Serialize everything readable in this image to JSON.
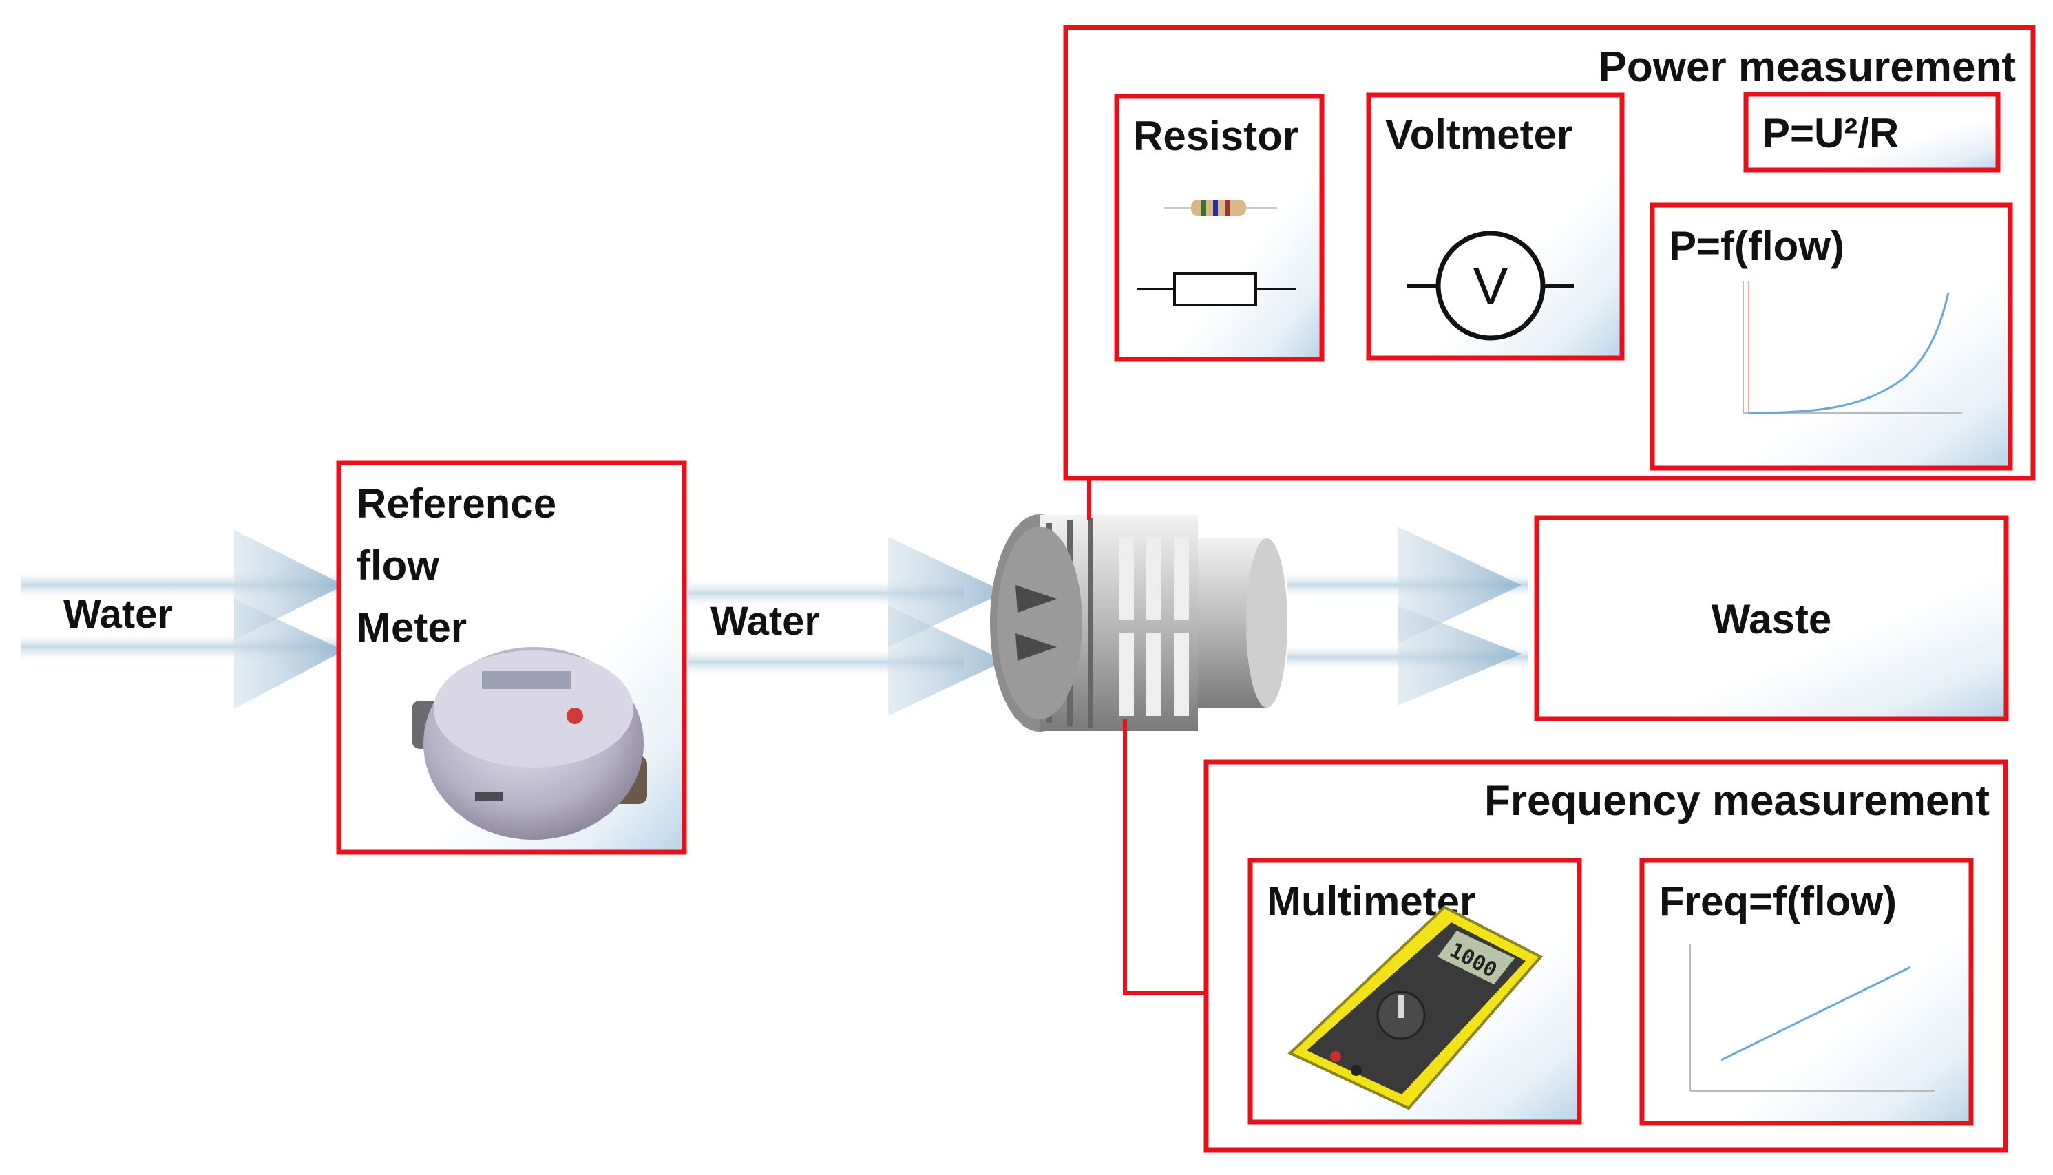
{
  "colors": {
    "accent_red": "#e8101a",
    "flow_blue": "#a9c7dc",
    "text": "#111111"
  },
  "flow": {
    "water_in_label": "Water",
    "water_mid_label": "Water"
  },
  "reference_meter": {
    "title_line1": "Reference",
    "title_line2": "flow",
    "title_line3": "Meter",
    "icon": "water-meter-icon"
  },
  "sensor": {
    "icon": "turbine-sensor-icon"
  },
  "power": {
    "title": "Power measurement",
    "resistor": {
      "title": "Resistor",
      "icon": "resistor-icon"
    },
    "voltmeter": {
      "title": "Voltmeter",
      "symbol": "V",
      "icon": "voltmeter-icon"
    },
    "formula": "P=U²/R",
    "plot_title": "P=f(flow)"
  },
  "waste": {
    "title": "Waste"
  },
  "frequency": {
    "title": "Frequency measurement",
    "multimeter": {
      "title": "Multimeter",
      "display": "1000",
      "icon": "multimeter-icon"
    },
    "plot_title": "Freq=f(flow)"
  }
}
